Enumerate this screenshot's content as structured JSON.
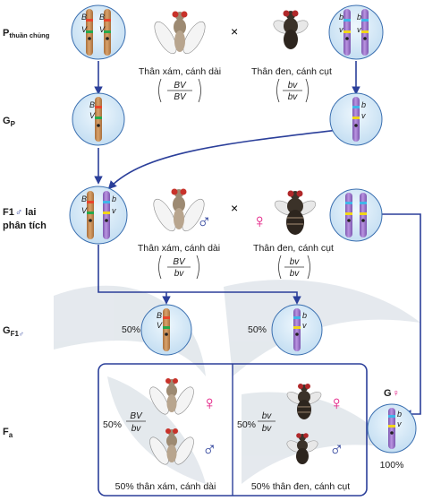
{
  "labels": {
    "p_main": "P",
    "p_sub": "thuần chủng",
    "gp_main": "G",
    "gp_sub": "P",
    "f1_line1": "lai",
    "f1_prefix": "F1",
    "f1_line2": "phân tích",
    "gf1_main": "G",
    "gf1_sub": "F1",
    "fa_main": "F",
    "fa_sub": "a",
    "gfem_main": "G"
  },
  "genes": {
    "B": "B",
    "V": "V",
    "b": "b",
    "v": "v"
  },
  "flies": {
    "gray_long": "Thân xám, cánh dài",
    "black_short": "Thân đen, cánh cụt"
  },
  "genotypes": {
    "BV": "BV",
    "bv": "bv"
  },
  "cross_symbol": "×",
  "symbols": {
    "male": "♂",
    "female": "♀"
  },
  "percents": {
    "gf1_left": "50%",
    "gf1_right": "50%",
    "fa_left": "50%",
    "fa_right": "50%",
    "gfem": "100%"
  },
  "results": {
    "left": "50% thân xám, cánh dài",
    "right": "50% thân đen, cánh cụt"
  },
  "colors": {
    "arrow": "#2b3f9a",
    "circle_fill": "#d2e8f7",
    "circle_stroke": "#3a6fb0",
    "chrom_tan": "#c8905a",
    "chrom_purple": "#a77fd0",
    "female_symbol": "#e2147f",
    "male_symbol": "#2b3f9a",
    "watermark": "#dde3e8"
  }
}
